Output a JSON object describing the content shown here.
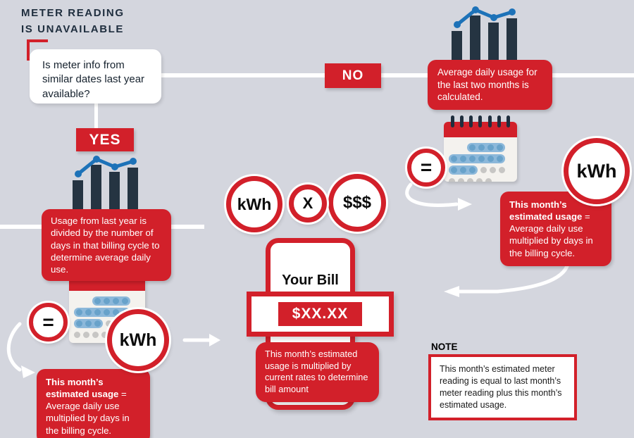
{
  "colors": {
    "background": "#d4d6de",
    "accent_red": "#d2202a",
    "navy": "#1f2e3e",
    "trend_blue": "#1d72b8"
  },
  "title": {
    "line1": "METER READING",
    "line2": "IS UNAVAILABLE"
  },
  "question": {
    "text": "Is meter info from similar dates last year available?"
  },
  "no_branch": {
    "label": "NO",
    "calc_text": "Average daily usage for the last two months is calculated.",
    "estimated_bold": "This month’s estimated usage",
    "estimated_rest": "= Average daily use multiplied by days in the billing cycle.",
    "equals_symbol": "=",
    "kwh_label": "kWh"
  },
  "yes_branch": {
    "label": "YES",
    "calc_text": "Usage from last year is divided by the number of days in that billing cycle to determine average daily use.",
    "estimated_bold": "This month’s estimated usage",
    "estimated_rest": "= Average daily use multiplied by days in the billing cycle.",
    "equals_symbol": "=",
    "kwh_label": "kWh"
  },
  "formula": {
    "kwh": "kWh",
    "times": "X",
    "dollars": "$$$"
  },
  "bill": {
    "title": "Your Bill",
    "amount": "$XX.XX",
    "description": "This month’s estimated usage is multiplied by current rates to determine bill amount"
  },
  "note": {
    "label": "NOTE",
    "text": "This month’s estimated meter reading is equal to last month’s meter reading plus this month’s estimated usage."
  },
  "icons": {
    "bar_chart": "bar-chart-with-trend-line",
    "calendar": "calendar-with-highlighted-days",
    "equals_badge": "equals-circle",
    "arrows": "white-flow-arrows"
  }
}
